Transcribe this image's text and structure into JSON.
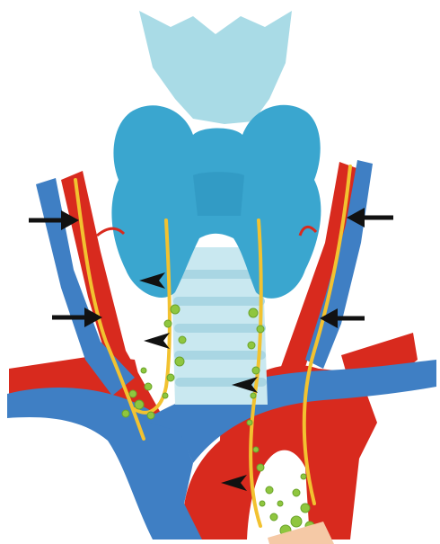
{
  "colors": {
    "background": "#ffffff",
    "cartilage": "#a9dbe6",
    "thyroid": "#3aa6cf",
    "thyroid_dark": "#2a8fb8",
    "trachea": "#c9e8f0",
    "trachea_ring": "#a9d6e3",
    "artery": "#d82a1e",
    "vein": "#3f7fc4",
    "nerve": "#f2c230",
    "node": "#8fc63f",
    "node_edge": "#6aa32a",
    "arrow": "#111111",
    "skin": "#f5c9a6"
  },
  "structures": [
    "thyroid-cartilage",
    "thyroid-gland",
    "trachea",
    "common-carotid-artery-right",
    "common-carotid-artery-left",
    "internal-jugular-vein-right",
    "internal-jugular-vein-left",
    "brachiocephalic-vein-right",
    "brachiocephalic-vein-left",
    "aortic-arch",
    "vagus-nerve-right",
    "vagus-nerve-left",
    "recurrent-laryngeal-nerve-right",
    "recurrent-laryngeal-nerve-left",
    "lymph-nodes"
  ],
  "markers": {
    "arrows": [
      "arrow-left-upper",
      "arrow-left-lower",
      "arrow-right-upper",
      "arrow-right-lower"
    ],
    "arrowheads": [
      "arrowhead-1",
      "arrowhead-2",
      "arrowhead-3",
      "arrowhead-4"
    ]
  }
}
